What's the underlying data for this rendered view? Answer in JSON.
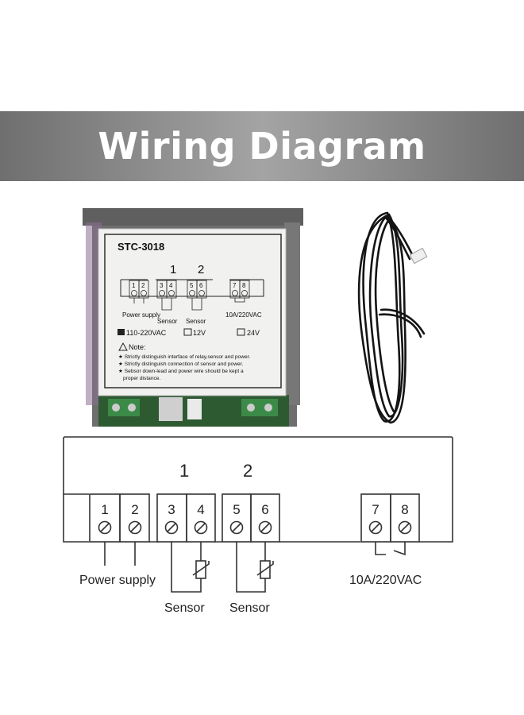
{
  "banner": {
    "title": "Wiring Diagram"
  },
  "label": {
    "model": "STC-3018",
    "group_1": "1",
    "group_2": "2",
    "terminals": [
      "1",
      "2",
      "3",
      "4",
      "5",
      "6",
      "7",
      "8"
    ],
    "power_supply": "Power supply",
    "sensor": "Sensor",
    "relay_rating": "10A/220VAC",
    "voltage_options": [
      "110-220VAC",
      "12V",
      "24V"
    ],
    "note_title": "Note:",
    "notes": [
      "Strictly distinguish interface of relay,sensor and power.",
      "Strictly distinguish connection of sensor and power.",
      "Sebsor down-lead and power wire should be kept a",
      "proper distance."
    ]
  },
  "diagram": {
    "group_1": "1",
    "group_2": "2",
    "terminals": [
      "1",
      "2",
      "3",
      "4",
      "5",
      "6",
      "7",
      "8"
    ],
    "power_supply": "Power supply",
    "sensor_1": "Sensor",
    "sensor_2": "Sensor",
    "relay_rating": "10A/220VAC"
  },
  "colors": {
    "banner": "#8a8a8a",
    "device_body": "#6e6e6e",
    "pcb": "#2e5a32",
    "cable": "#141414",
    "line": "#333333"
  }
}
